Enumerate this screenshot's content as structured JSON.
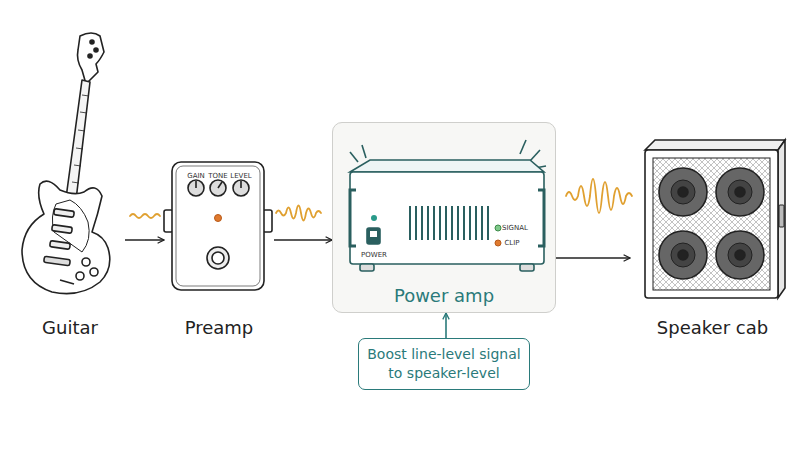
{
  "diagram": {
    "nodes": [
      {
        "text": [
          "Guitar"
        ]
      },
      {
        "text": [
          "Preamp"
        ]
      },
      {
        "text": [
          "Power amp"
        ]
      },
      {
        "text": [
          "Speaker cab"
        ]
      },
      {
        "text": [
          "Boost line-level signal to speaker-level"
        ]
      }
    ],
    "edges": [
      {
        "from": 0,
        "to": 1,
        "arrow": "to"
      },
      {
        "from": 1,
        "to": 2,
        "arrow": "to"
      },
      {
        "from": 2,
        "to": 3,
        "arrow": "to"
      },
      {
        "from": 4,
        "to": 2,
        "arrow": "to"
      }
    ],
    "labels": [
      "GAIN",
      "TONE",
      "LEVEL",
      "POWER",
      "SIGNAL",
      "CLIP"
    ]
  }
}
